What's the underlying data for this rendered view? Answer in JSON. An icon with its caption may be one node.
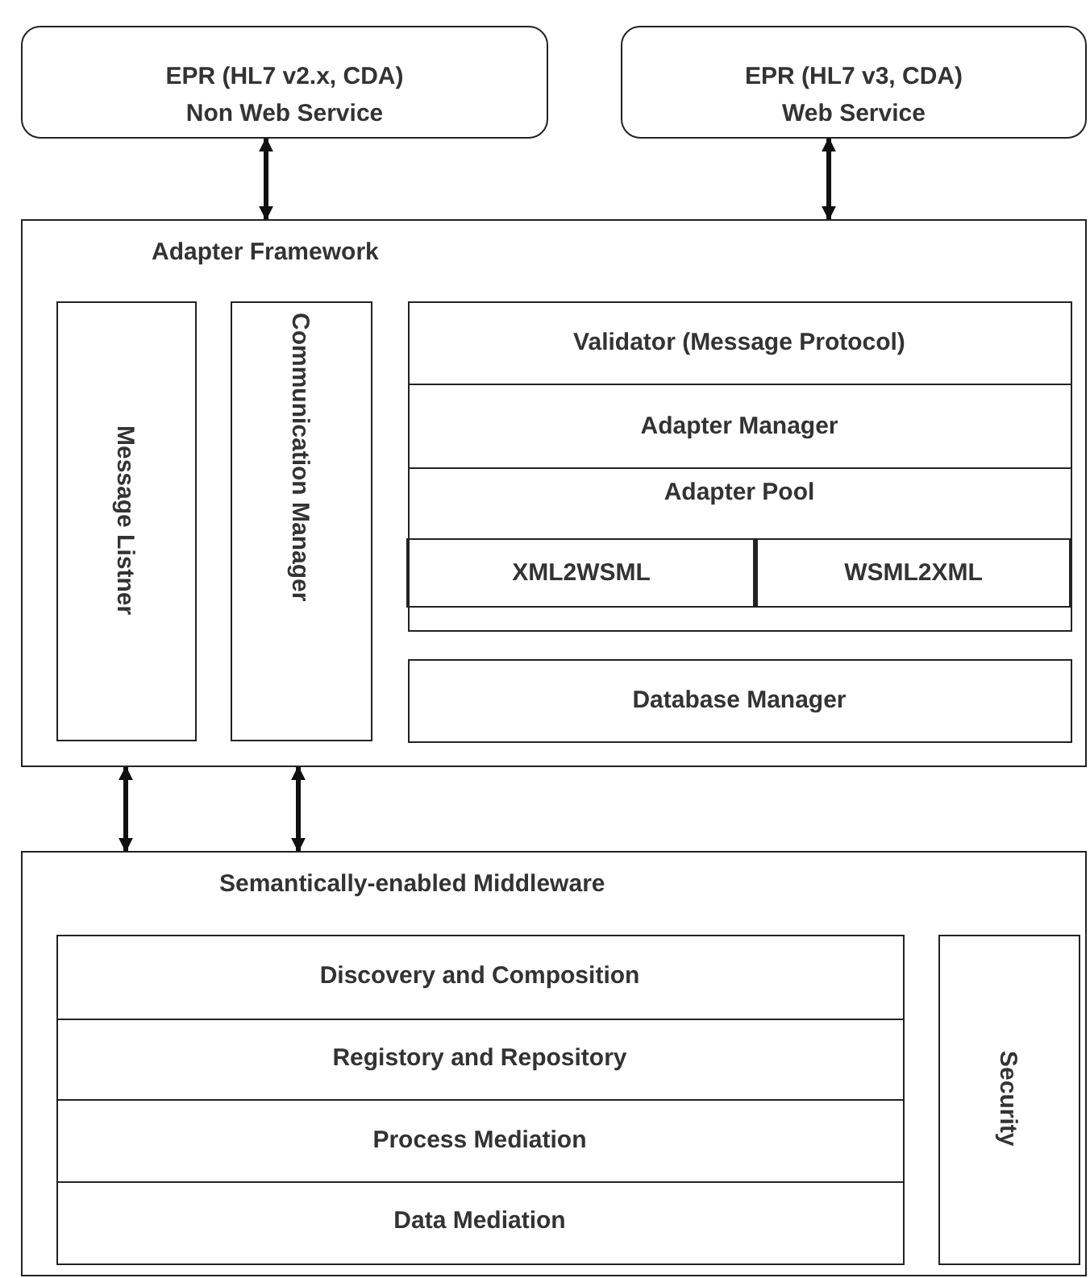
{
  "diagram": {
    "nodes": [
      {
        "text": [
          "EPR (HL7 v2.x, CDA)",
          "Non Web Service"
        ]
      },
      {
        "text": [
          "EPR (HL7 v3, CDA)",
          "Web Service"
        ]
      },
      {
        "text": [
          "Adapter Framework"
        ]
      },
      {
        "text": [
          "Message Listner"
        ],
        "in": 2
      },
      {
        "text": [
          "Communication Manager"
        ],
        "in": 2
      },
      {
        "text": [
          "Validator (Message Protocol)"
        ],
        "in": 2
      },
      {
        "text": [
          "Adapter Manager"
        ],
        "in": 2
      },
      {
        "text": [
          "Adapter Pool"
        ],
        "in": 2
      },
      {
        "text": [
          "XML2WSML"
        ],
        "in": 7
      },
      {
        "text": [
          "WSML2XML"
        ],
        "in": 7
      },
      {
        "text": [
          "Database Manager"
        ],
        "in": 2
      },
      {
        "text": [
          "Semantically-enabled Middleware"
        ]
      },
      {
        "text": [
          "Discovery and Composition"
        ],
        "in": 11
      },
      {
        "text": [
          "Registory and Repository"
        ],
        "in": 11
      },
      {
        "text": [
          "Process Mediation"
        ],
        "in": 11
      },
      {
        "text": [
          "Data Mediation"
        ],
        "in": 11
      },
      {
        "text": [
          "Security"
        ],
        "in": 11
      }
    ],
    "edges": [
      {
        "from": 0,
        "to": 2,
        "arrow": "both"
      },
      {
        "from": 1,
        "to": 2,
        "arrow": "both"
      },
      {
        "from": 2,
        "to": 11,
        "arrow": "both"
      },
      {
        "from": 2,
        "to": 11,
        "arrow": "both"
      }
    ]
  }
}
